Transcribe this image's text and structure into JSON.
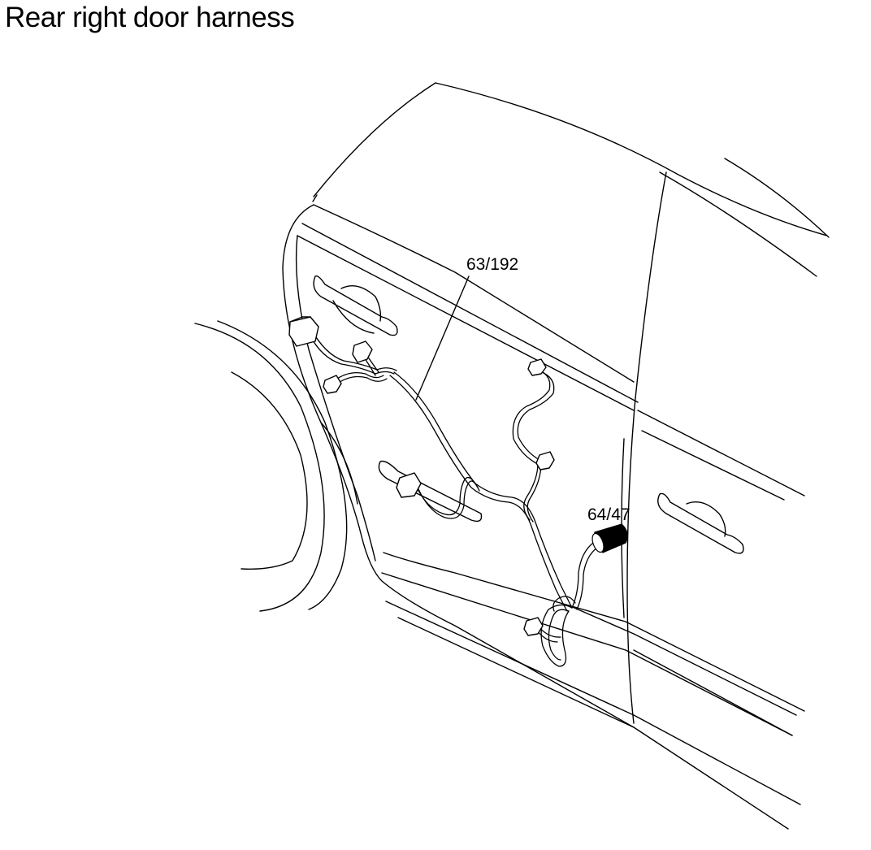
{
  "page": {
    "title": "Rear right door harness"
  },
  "callouts": [
    {
      "id": "harness",
      "label": "63/192"
    },
    {
      "id": "grommet",
      "label": "64/47"
    }
  ],
  "colors": {
    "line": "#000000",
    "background": "#ffffff"
  }
}
